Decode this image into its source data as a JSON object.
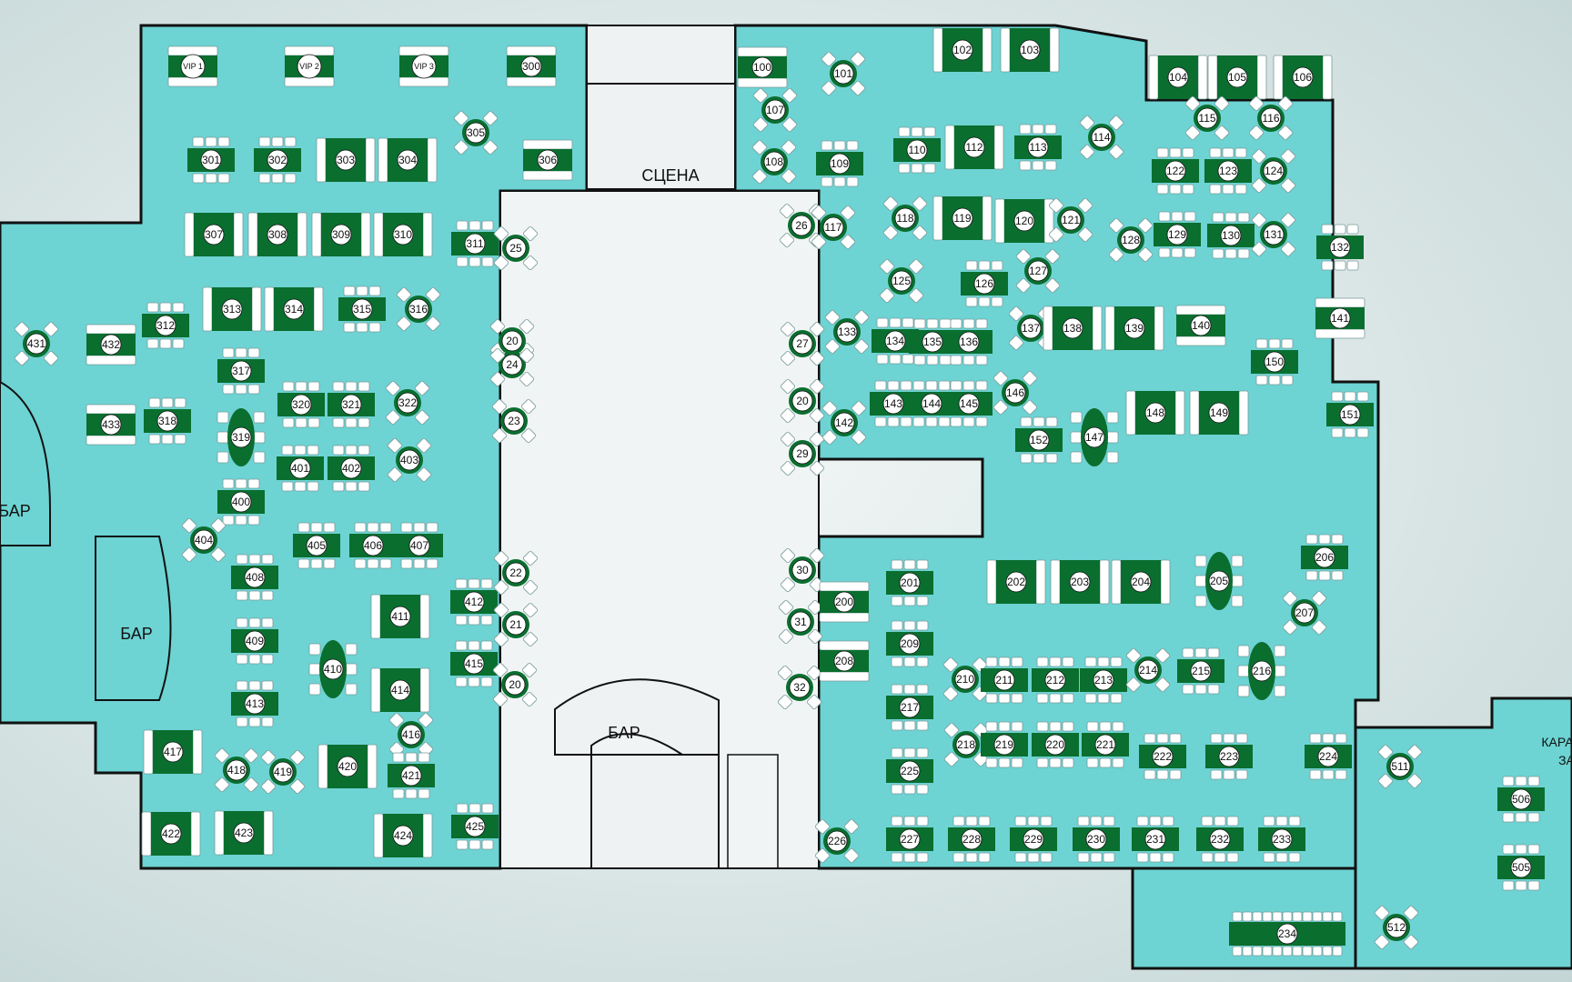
{
  "colors": {
    "floor": "#6dd3d3",
    "wall": "#111111",
    "table": "#0a6e2f",
    "chair": "#ffffff",
    "label_bg": "#ffffff",
    "inner": "#eef2f2"
  },
  "areas": {
    "stage": "СЦЕНА",
    "bar_left": "БАР",
    "bar_west": "БАР",
    "bar_center": "БАР",
    "karaoke_1": "КАРА",
    "karaoke_2": "ЗА"
  },
  "tables": [
    {
      "n": "VIP 1"
    },
    {
      "n": "VIP 2"
    },
    {
      "n": "VIP 3"
    },
    {
      "n": "300"
    },
    {
      "n": "301"
    },
    {
      "n": "302"
    },
    {
      "n": "303"
    },
    {
      "n": "304"
    },
    {
      "n": "305"
    },
    {
      "n": "306"
    },
    {
      "n": "307"
    },
    {
      "n": "308"
    },
    {
      "n": "309"
    },
    {
      "n": "310"
    },
    {
      "n": "311"
    },
    {
      "n": "312"
    },
    {
      "n": "313"
    },
    {
      "n": "314"
    },
    {
      "n": "315"
    },
    {
      "n": "316"
    },
    {
      "n": "317"
    },
    {
      "n": "318"
    },
    {
      "n": "319"
    },
    {
      "n": "320"
    },
    {
      "n": "321"
    },
    {
      "n": "322"
    },
    {
      "n": "400"
    },
    {
      "n": "401"
    },
    {
      "n": "402"
    },
    {
      "n": "403"
    },
    {
      "n": "404"
    },
    {
      "n": "405"
    },
    {
      "n": "406"
    },
    {
      "n": "407"
    },
    {
      "n": "408"
    },
    {
      "n": "409"
    },
    {
      "n": "410"
    },
    {
      "n": "411"
    },
    {
      "n": "412"
    },
    {
      "n": "413"
    },
    {
      "n": "414"
    },
    {
      "n": "415"
    },
    {
      "n": "416"
    },
    {
      "n": "417"
    },
    {
      "n": "418"
    },
    {
      "n": "419"
    },
    {
      "n": "420"
    },
    {
      "n": "421"
    },
    {
      "n": "422"
    },
    {
      "n": "423"
    },
    {
      "n": "424"
    },
    {
      "n": "425"
    },
    {
      "n": "431"
    },
    {
      "n": "432"
    },
    {
      "n": "433"
    },
    {
      "n": "20"
    },
    {
      "n": "21"
    },
    {
      "n": "22"
    },
    {
      "n": "23"
    },
    {
      "n": "24"
    },
    {
      "n": "25"
    },
    {
      "n": "26"
    },
    {
      "n": "27"
    },
    {
      "n": "20"
    },
    {
      "n": "29"
    },
    {
      "n": "30"
    },
    {
      "n": "31"
    },
    {
      "n": "32"
    },
    {
      "n": "20"
    },
    {
      "n": "100"
    },
    {
      "n": "101"
    },
    {
      "n": "102"
    },
    {
      "n": "103"
    },
    {
      "n": "104"
    },
    {
      "n": "105"
    },
    {
      "n": "106"
    },
    {
      "n": "107"
    },
    {
      "n": "108"
    },
    {
      "n": "109"
    },
    {
      "n": "110"
    },
    {
      "n": "112"
    },
    {
      "n": "113"
    },
    {
      "n": "114"
    },
    {
      "n": "115"
    },
    {
      "n": "116"
    },
    {
      "n": "117"
    },
    {
      "n": "118"
    },
    {
      "n": "119"
    },
    {
      "n": "120"
    },
    {
      "n": "121"
    },
    {
      "n": "122"
    },
    {
      "n": "123"
    },
    {
      "n": "124"
    },
    {
      "n": "125"
    },
    {
      "n": "126"
    },
    {
      "n": "127"
    },
    {
      "n": "128"
    },
    {
      "n": "129"
    },
    {
      "n": "130"
    },
    {
      "n": "131"
    },
    {
      "n": "132"
    },
    {
      "n": "133"
    },
    {
      "n": "134"
    },
    {
      "n": "135"
    },
    {
      "n": "136"
    },
    {
      "n": "137"
    },
    {
      "n": "138"
    },
    {
      "n": "139"
    },
    {
      "n": "140"
    },
    {
      "n": "141"
    },
    {
      "n": "142"
    },
    {
      "n": "143"
    },
    {
      "n": "144"
    },
    {
      "n": "145"
    },
    {
      "n": "146"
    },
    {
      "n": "147"
    },
    {
      "n": "148"
    },
    {
      "n": "149"
    },
    {
      "n": "150"
    },
    {
      "n": "151"
    },
    {
      "n": "152"
    },
    {
      "n": "200"
    },
    {
      "n": "201"
    },
    {
      "n": "202"
    },
    {
      "n": "203"
    },
    {
      "n": "204"
    },
    {
      "n": "205"
    },
    {
      "n": "206"
    },
    {
      "n": "207"
    },
    {
      "n": "208"
    },
    {
      "n": "209"
    },
    {
      "n": "210"
    },
    {
      "n": "211"
    },
    {
      "n": "212"
    },
    {
      "n": "213"
    },
    {
      "n": "214"
    },
    {
      "n": "215"
    },
    {
      "n": "216"
    },
    {
      "n": "217"
    },
    {
      "n": "218"
    },
    {
      "n": "219"
    },
    {
      "n": "220"
    },
    {
      "n": "221"
    },
    {
      "n": "222"
    },
    {
      "n": "223"
    },
    {
      "n": "224"
    },
    {
      "n": "225"
    },
    {
      "n": "226"
    },
    {
      "n": "227"
    },
    {
      "n": "228"
    },
    {
      "n": "229"
    },
    {
      "n": "230"
    },
    {
      "n": "231"
    },
    {
      "n": "232"
    },
    {
      "n": "233"
    },
    {
      "n": "234"
    },
    {
      "n": "505"
    },
    {
      "n": "506"
    },
    {
      "n": "511"
    },
    {
      "n": "512"
    }
  ]
}
